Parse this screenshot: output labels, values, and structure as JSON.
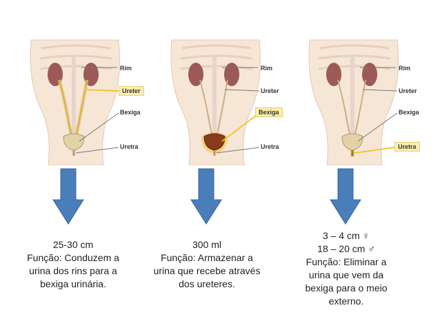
{
  "labels": {
    "kidney": "Rim",
    "ureter": "Ureter",
    "bladder": "Bexiga",
    "urethra": "Uretra"
  },
  "panels": [
    {
      "highlight": "ureter",
      "lines": [
        "25-30 cm",
        "Função: Conduzem a",
        "urina dos rins para a",
        "bexiga urinária."
      ]
    },
    {
      "highlight": "bladder",
      "lines": [
        "300 ml",
        "Função: Armazenar a",
        "urina que recebe através",
        "dos ureteres."
      ]
    },
    {
      "highlight": "urethra",
      "lines": [
        "3 – 4 cm  ♀",
        "18 – 20 cm ♂",
        "Função: Eliminar a",
        "urina que vem da",
        "bexiga para o meio",
        "externo."
      ]
    }
  ],
  "colors": {
    "arrow": "#4a7ebb",
    "arrow_border": "#3a639a",
    "highlight": "#f2c630",
    "kidney": "#9b5a55",
    "bladder_fill": "#8b3a1c",
    "skin": "#f6e6d6"
  }
}
